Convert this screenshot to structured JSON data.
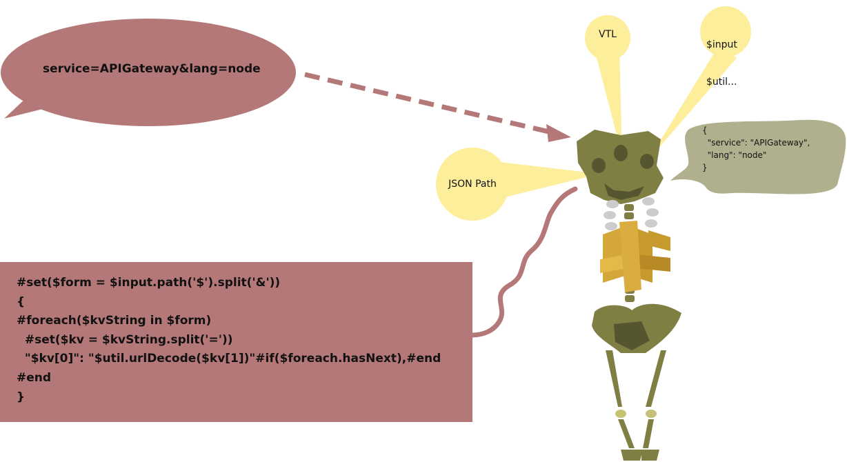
{
  "request_bubble": {
    "text": "service=APIGateway&lang=node",
    "color": "#b47878"
  },
  "code_box": {
    "color": "#b47878",
    "lines": [
      "#set($form = $input.path('$').split('&'))",
      "{",
      "#foreach($kvString in $form)",
      "  #set($kv = $kvString.split('='))",
      "  \"$kv[0]\": \"$util.urlDecode($kv[1])\"#if($foreach.hasNext),#end",
      "#end",
      "}"
    ]
  },
  "labels": {
    "vtl": "VTL",
    "input_util": [
      "$input",
      "$util..."
    ],
    "json_path": "JSON Path"
  },
  "json_output": {
    "color": "#b1b08e",
    "lines": [
      "{",
      "  \"service\": \"APIGateway\",",
      "  \"lang\": \"node\"",
      "}"
    ]
  },
  "colors": {
    "light_bubble": "#fdee9c",
    "skeleton_bone": "#7f7f44",
    "skeleton_shadow": "#555530",
    "spine_gray": "#cccccc",
    "gold_accent": "#d4a73a",
    "arrow": "#b47878"
  },
  "icons": {
    "figure": "skeleton-icon"
  }
}
